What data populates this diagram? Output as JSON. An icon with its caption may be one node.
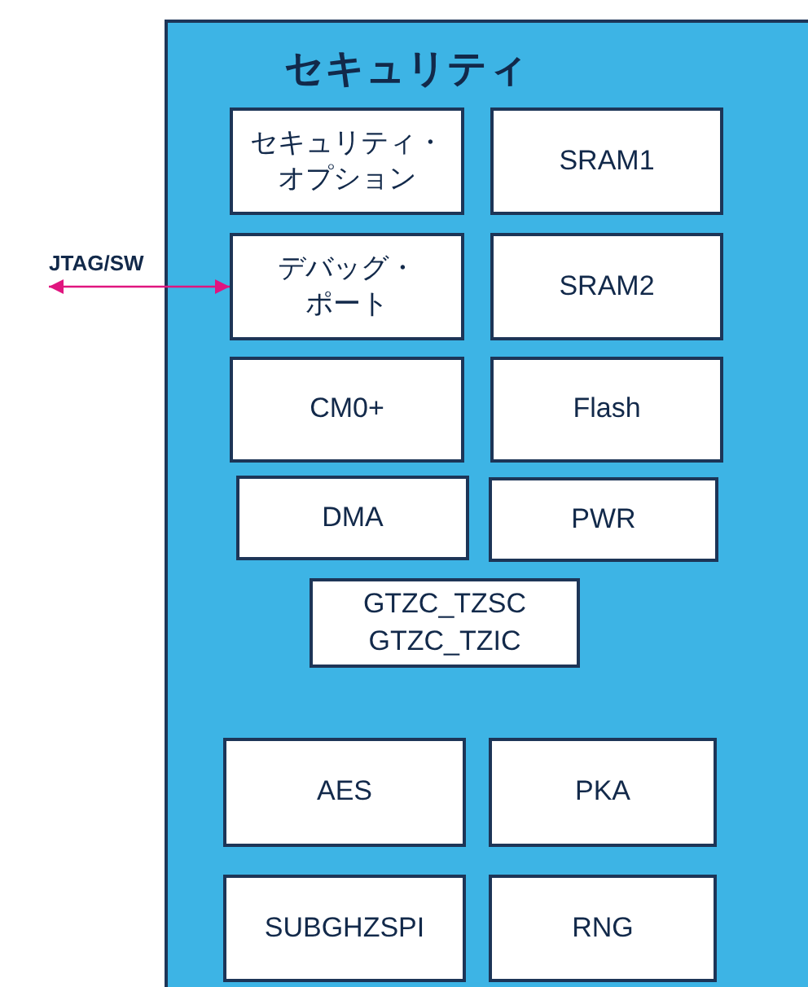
{
  "diagram": {
    "nodes": [
      {
        "text": [
          "セキュリティ"
        ]
      },
      {
        "text": [
          "セキュリティ・オプション"
        ],
        "in": 0
      },
      {
        "text": [
          "SRAM1"
        ],
        "in": 0
      },
      {
        "text": [
          "デバッグ・ポート"
        ],
        "in": 0
      },
      {
        "text": [
          "SRAM2"
        ],
        "in": 0
      },
      {
        "text": [
          "CM0+"
        ],
        "in": 0
      },
      {
        "text": [
          "Flash"
        ],
        "in": 0
      },
      {
        "text": [
          "DMA"
        ],
        "in": 0
      },
      {
        "text": [
          "PWR"
        ],
        "in": 0
      },
      {
        "text": [
          "GTZC_TZSC GTZC_TZIC"
        ],
        "in": 0
      },
      {
        "text": [
          "AES"
        ],
        "in": 0
      },
      {
        "text": [
          "PKA"
        ],
        "in": 0
      },
      {
        "text": [
          "SUBGHZSPI"
        ],
        "in": 0
      },
      {
        "text": [
          "RNG"
        ],
        "in": 0
      },
      {
        "text": [
          "JTAG/SW"
        ]
      }
    ],
    "edges": [
      {
        "from": 14,
        "to": 3,
        "arrow": "both"
      }
    ]
  }
}
